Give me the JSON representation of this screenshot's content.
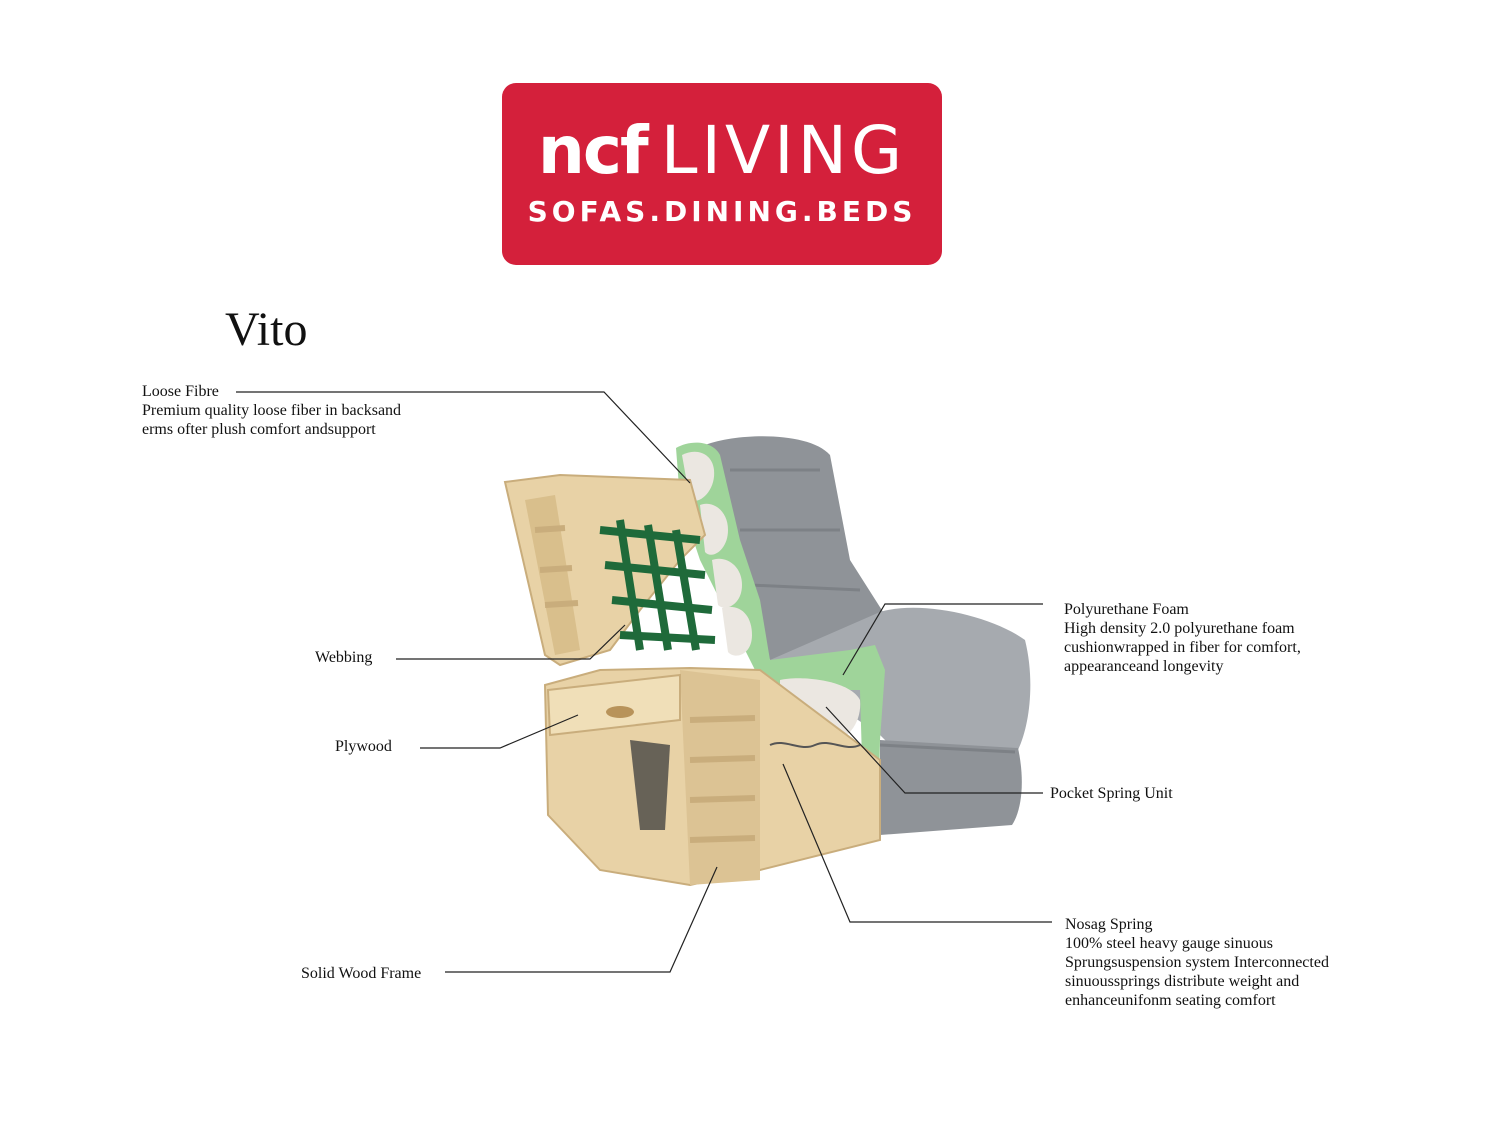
{
  "logo": {
    "brand": "ncf",
    "word": "LIVING",
    "tagline": "SOFAS.DINING.BEDS",
    "color": "#d4203b"
  },
  "title": "Vito",
  "callouts": {
    "loose_fibre": {
      "name": "Loose Fibre",
      "lines": [
        "Premium quality loose fiber in backsand",
        "erms ofter plush comfort andsupport"
      ]
    },
    "webbing": {
      "name": "Webbing"
    },
    "plywood": {
      "name": "Plywood"
    },
    "solid_wood_frame": {
      "name": "Solid Wood Frame"
    },
    "polyurethane_foam": {
      "name": "Polyurethane Foam",
      "lines": [
        "High density 2.0 polyurethane foam",
        "cushionwrapped in fiber for comfort,",
        "appearanceand longevity"
      ]
    },
    "pocket_spring_unit": {
      "name": "Pocket Spring Unit"
    },
    "nosag_spring": {
      "name": "Nosag Spring",
      "lines": [
        "100% steel heavy gauge sinuous",
        "Sprungsuspension system Interconnected",
        "sinuoussprings distribute weight and",
        "enhanceunifonm seating comfort"
      ]
    }
  },
  "colors": {
    "wood": "#e8d2a6",
    "wood_dark": "#c9ad7c",
    "fabric": "#8f9398",
    "fabric_light": "#a6aaaf",
    "foam": "#9fd49a",
    "fibre": "#ebe7e1",
    "webbing": "#1f6a3a"
  }
}
